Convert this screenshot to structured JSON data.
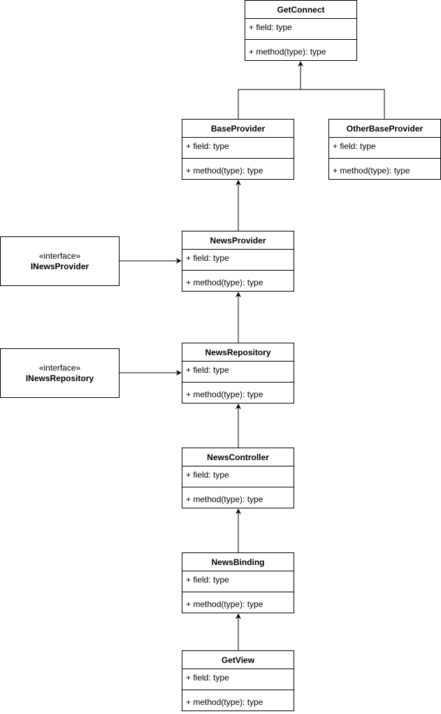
{
  "diagram": {
    "classes": {
      "get_connect": {
        "name": "GetConnect",
        "field": "+ field: type",
        "method": "+ method(type): type"
      },
      "base_provider": {
        "name": "BaseProvider",
        "field": "+ field: type",
        "method": "+ method(type): type"
      },
      "other_base_provider": {
        "name": "OtherBaseProvider",
        "field": "+ field: type",
        "method": "+ method(type): type"
      },
      "news_provider": {
        "name": "NewsProvider",
        "field": "+ field: type",
        "method": "+ method(type): type"
      },
      "news_repository": {
        "name": "NewsRepository",
        "field": "+ field: type",
        "method": "+ method(type): type"
      },
      "news_controller": {
        "name": "NewsController",
        "field": "+ field: type",
        "method": "+ method(type): type"
      },
      "news_binding": {
        "name": "NewsBinding",
        "field": "+ field: type",
        "method": "+ method(type): type"
      },
      "get_view": {
        "name": "GetView",
        "field": "+ field: type",
        "method": "+ method(type): type"
      }
    },
    "interfaces": {
      "i_news_provider": {
        "stereotype": "«interface»",
        "name": "INewsProvider"
      },
      "i_news_repository": {
        "stereotype": "«interface»",
        "name": "INewsRepository"
      }
    },
    "edges": [
      {
        "from": "base_provider",
        "to": "get_connect"
      },
      {
        "from": "other_base_provider",
        "to": "get_connect"
      },
      {
        "from": "news_provider",
        "to": "base_provider"
      },
      {
        "from": "i_news_provider",
        "to": "news_provider"
      },
      {
        "from": "news_repository",
        "to": "news_provider"
      },
      {
        "from": "i_news_repository",
        "to": "news_repository"
      },
      {
        "from": "news_controller",
        "to": "news_repository"
      },
      {
        "from": "news_binding",
        "to": "news_controller"
      },
      {
        "from": "get_view",
        "to": "news_binding"
      }
    ]
  }
}
